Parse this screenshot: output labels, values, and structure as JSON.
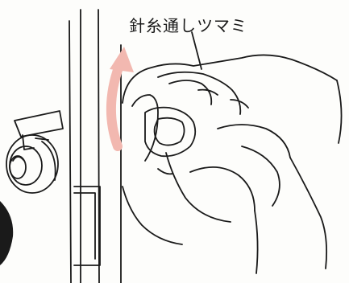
{
  "callout": {
    "label": "針糸通しツマミ"
  },
  "colors": {
    "line": "#1a1a1a",
    "arrow": "#f2b8b0",
    "paper": "#fdfdfb"
  },
  "icons": {
    "rotation_arrow": "curved-arrow-up",
    "thread_knob": "needle-threader-knob"
  }
}
